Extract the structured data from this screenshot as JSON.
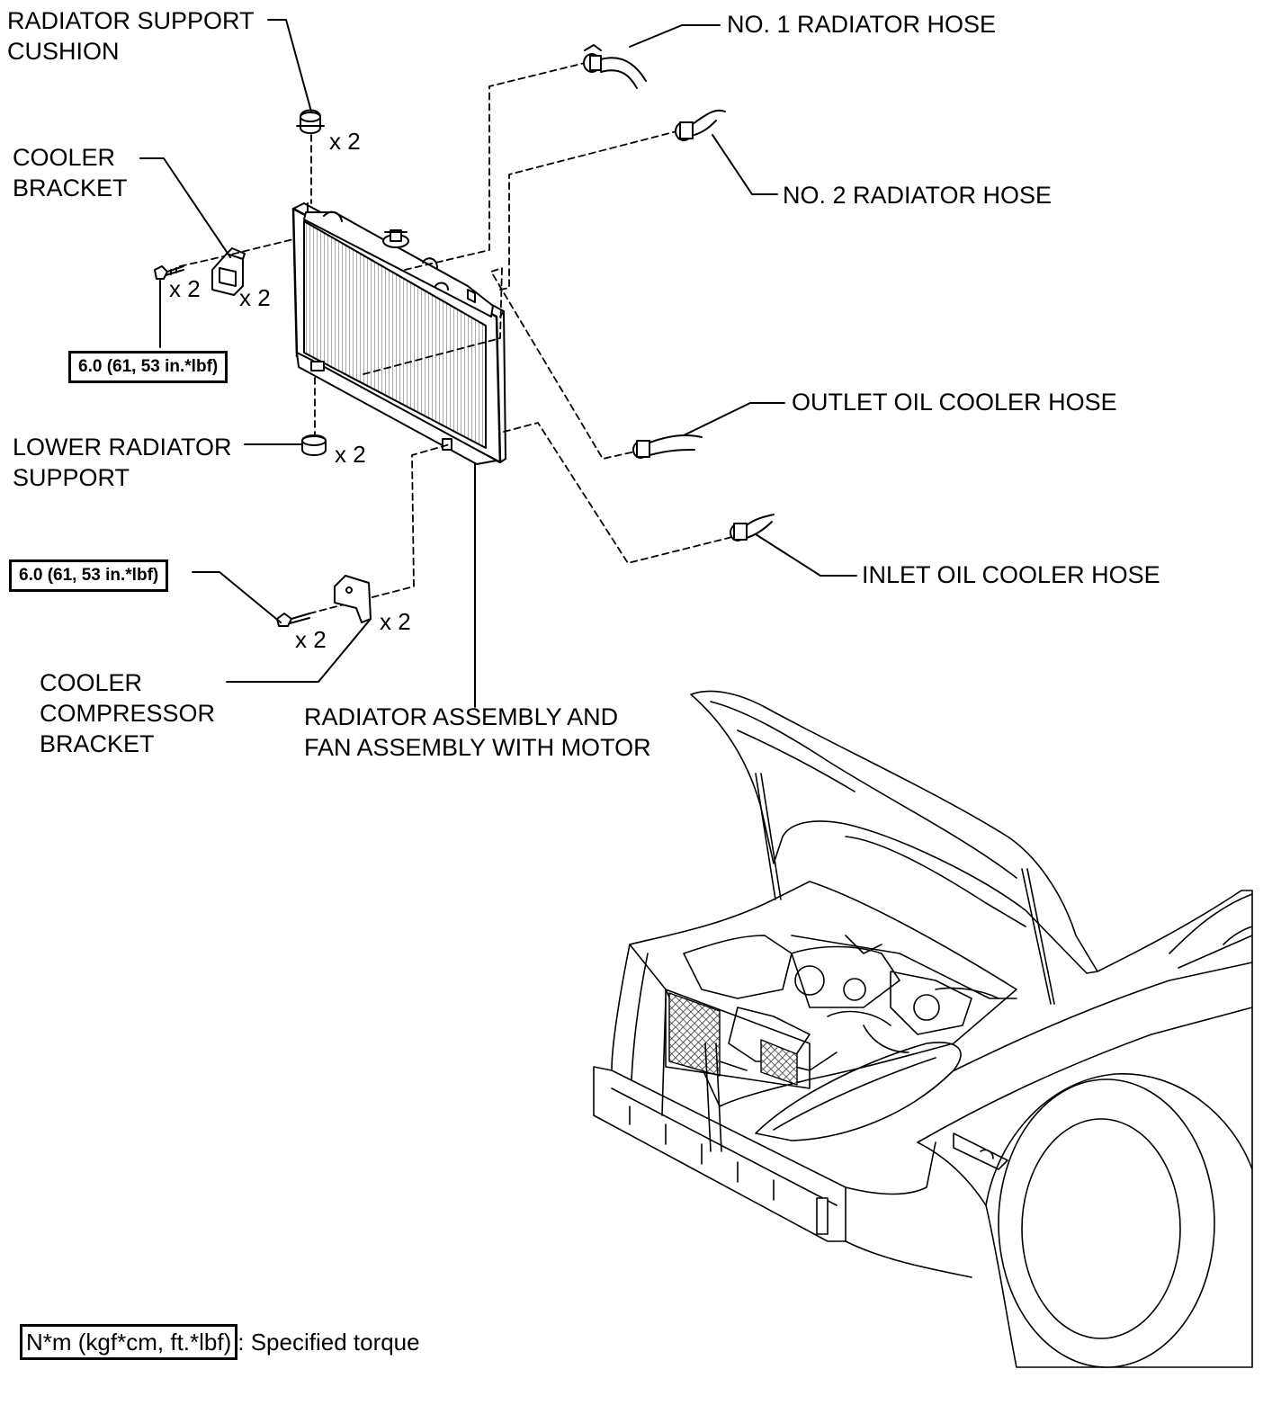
{
  "labels": {
    "radiator_support_cushion": "RADIATOR SUPPORT\nCUSHION",
    "no1_radiator_hose": "NO. 1 RADIATOR HOSE",
    "no2_radiator_hose": "NO. 2 RADIATOR HOSE",
    "cooler_bracket": "COOLER\nBRACKET",
    "outlet_oil_cooler_hose": "OUTLET OIL COOLER HOSE",
    "inlet_oil_cooler_hose": "INLET OIL COOLER HOSE",
    "lower_radiator_support": "LOWER RADIATOR\nSUPPORT",
    "cooler_compressor_bracket": "COOLER\nCOMPRESSOR\nBRACKET",
    "radiator_assembly": "RADIATOR ASSEMBLY AND\nFAN ASSEMBLY WITH MOTOR"
  },
  "quantities": {
    "cushion": "x 2",
    "cooler_bolt": "x 2",
    "cooler_bracket": "x 2",
    "lower_support": "x 2",
    "compressor_bolt": "x 2",
    "compressor_bracket": "x 2"
  },
  "torque": {
    "cooler_bracket_bolt": "6.0 (61, 53 in.*lbf)",
    "compressor_bracket_bolt": "6.0 (61, 53 in.*lbf)"
  },
  "legend": {
    "unit_box": "N*m (kgf*cm, ft.*lbf)",
    "description": ": Specified torque"
  }
}
